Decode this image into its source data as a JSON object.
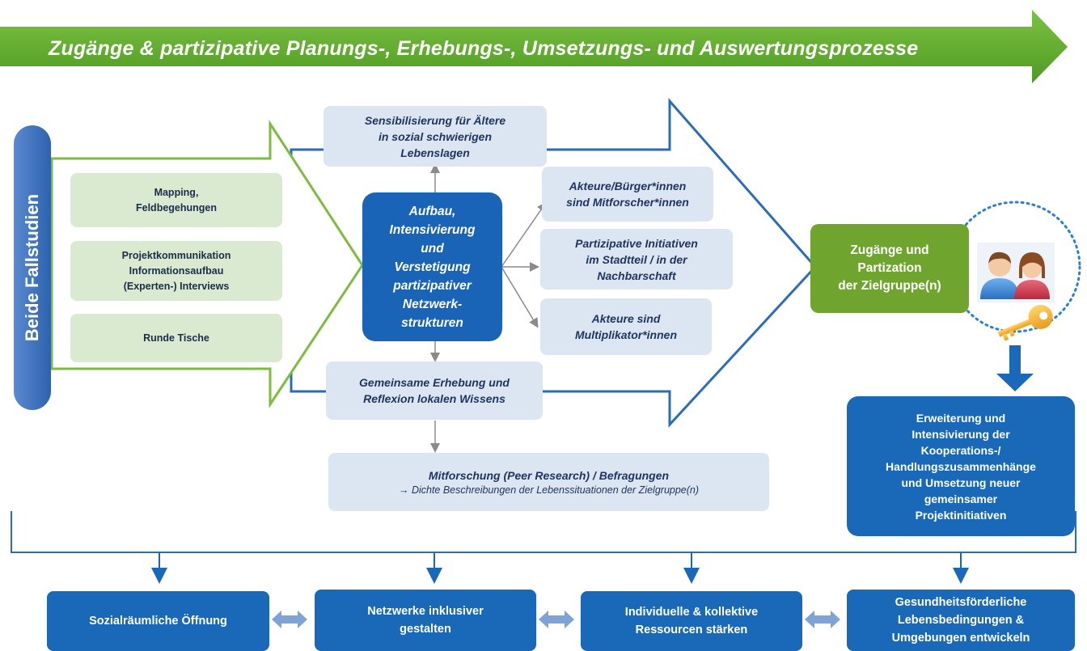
{
  "banner": {
    "title": "Zugänge & partizipative Planungs-, Erhebungs-, Umsetzungs- und Auswertungsprozesse",
    "color": "#5aab2a"
  },
  "side_label": "Beide Fallstudien",
  "left_boxes": [
    [
      "Mapping,",
      "Feldbegehungen"
    ],
    [
      "Projektkommunikation",
      "Informationsaufbau",
      "(Experten-) Interviews"
    ],
    [
      "Runde Tische"
    ]
  ],
  "top_box": [
    "Sensibilisierung für Ältere",
    "in sozial schwierigen",
    "Lebenslagen"
  ],
  "center_box": [
    "Aufbau,",
    "Intensivierung",
    "und",
    "Verstetigung",
    "partizipativer",
    "Netzwerk-",
    "strukturen"
  ],
  "right_boxes": [
    [
      "Akteure/Bürger*innen",
      "sind Mitforscher*innen"
    ],
    [
      "Partizipative Initiativen",
      "im Stadtteil / in der",
      "Nachbarschaft"
    ],
    [
      "Akteure sind",
      "Multiplikator*innen"
    ]
  ],
  "bottom_inner_box": [
    "Gemeinsame Erhebung und",
    "Reflexion lokalen Wissens"
  ],
  "peer_box": {
    "title": "Mitforschung (Peer Research) / Befragungen",
    "subtitle": "→ Dichte Beschreibungen der Lebenssituationen der Zielgruppe(n)"
  },
  "zugaenge_box": [
    "Zugänge und",
    "Partization",
    "der Zielgruppe(n)"
  ],
  "erweiterung_box": [
    "Erweiterung und",
    "Intensivierung der",
    "Kooperations-/",
    "Handlungszusammenhänge",
    "und  Umsetzung neuer",
    "gemeinsamer",
    "Projektinitiativen"
  ],
  "outcomes": [
    [
      "Sozialräumliche Öffnung"
    ],
    [
      "Netzwerke inklusiver",
      "gestalten"
    ],
    [
      "Individuelle & kollektive",
      "Ressourcen stärken"
    ],
    [
      "Gesundheitsförderliche",
      "Lebensbedingungen &",
      "Umgebungen entwickeln"
    ]
  ],
  "icons": [
    "people-icon",
    "key-icon"
  ],
  "colors": {
    "blue": "#1a68b8",
    "green": "#6fa52e",
    "light_blue": "#dce6f2",
    "light_green": "#d9ead0"
  }
}
